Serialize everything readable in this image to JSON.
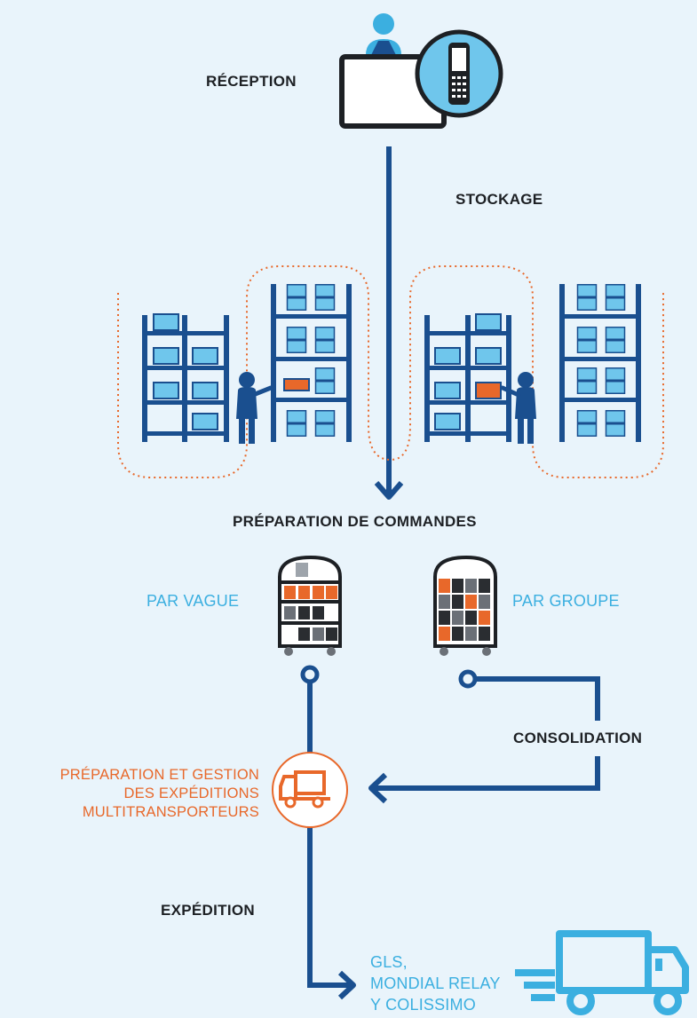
{
  "labels": {
    "reception": "RÉCEPTION",
    "stockage": "STOCKAGE",
    "preparation_commandes": "PRÉPARATION DE COMMANDES",
    "par_vague": "PAR VAGUE",
    "par_groupe": "PAR GROUPE",
    "consolidation": "CONSOLIDATION",
    "expedition_prep_lines": [
      "PRÉPARATION ET GESTION",
      "DES EXPÉDITIONS",
      "MULTITRANSPORTEURS"
    ],
    "expedition": "EXPÉDITION",
    "carriers_lines": [
      "GLS,",
      "MONDIAL RELAY",
      "Y COLISSIMO"
    ]
  },
  "colors": {
    "background": "#e9f4fb",
    "dark_blue": "#1a4f8f",
    "light_blue": "#6fc6ec",
    "cyan": "#3bafe0",
    "orange": "#e8682a",
    "dark_text": "#1d2024"
  },
  "icons": [
    "person-icon",
    "handheld-scanner-icon",
    "monitor-icon",
    "warehouse-shelf-icon",
    "worker-icon",
    "order-cart-icon",
    "delivery-truck-icon",
    "flow-arrow-icon"
  ]
}
